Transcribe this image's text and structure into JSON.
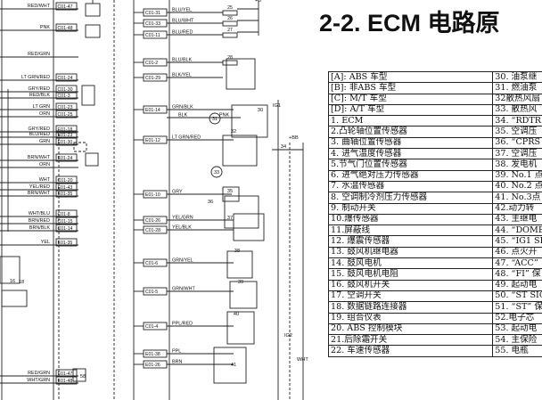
{
  "title": "2-2. ECM 电路原",
  "wires_left": [
    "RED/WHT",
    "PNK",
    "RED/GRN",
    "LT GRN/RED",
    "GRY/RED",
    "RED/BLK",
    "LT GRN",
    "ORN",
    "GRY/RED",
    "BLU/RED",
    "GRN",
    "BRN/WHT",
    "ORN",
    "WHT",
    "YEL/RED",
    "BRN/WHT",
    "WHT/BLU",
    "BRN/RED",
    "BRN/BLK",
    "YEL",
    "RED/GRN",
    "WHT/GRN"
  ],
  "pins_left": [
    "C01-47",
    "C01-48",
    "C01-24",
    "C01-30",
    "C01-3",
    "C01-23",
    "C01-25",
    "E01-18",
    "E01-23",
    "E01-30",
    "E01-24",
    "C01-20",
    "E01-43",
    "E01-35",
    "C01-8",
    "C01-15",
    "C01-14",
    "E01-35",
    "E01-47",
    "E01-48"
  ],
  "pins_mid": [
    "C01-31",
    "C01-33",
    "C01-11",
    "C01-2",
    "C01-29",
    "E01-14",
    "E01-12",
    "E01-10",
    "C01-26",
    "C01-28",
    "C01-6",
    "C01-5",
    "C01-4",
    "E01-38",
    "E01-26"
  ],
  "wires_mid": [
    "BLU/YEL",
    "BLU/WHT",
    "BLU/RED",
    "BLU/BLK",
    "BLK/YEL",
    "GRN/BLK",
    "BLK",
    "PNK",
    "LT GRN/RED",
    "GRY",
    "YEL/GRN",
    "YEL/BLK",
    "GRN/YEL",
    "GRN/WHT",
    "PPL/RED",
    "PPL",
    "BRN"
  ],
  "fuse_labels": [
    "25",
    "26",
    "27",
    "28",
    "29"
  ],
  "component_nums": [
    "16",
    "18",
    "30",
    "31",
    "32",
    "33",
    "34",
    "35",
    "36",
    "37",
    "38",
    "39",
    "40",
    "41",
    "42",
    "58"
  ],
  "right_wires": [
    "IG1",
    "IG2",
    "WHT",
    "+BB",
    "+B"
  ],
  "legend": {
    "col1": [
      "[A]: ABS 车型",
      "[B]: 非ABS 车型",
      "[C]: M/T 车型",
      "[D]: A/T 车型",
      "1. ECM",
      "2.凸轮轴位置传感器",
      "3. 曲轴位置传感器",
      "4. 进气温度传感器",
      "5.节气门位置传感器",
      "6. 进气绝对压力传感器",
      "7. 水温传感器",
      "8. 空调制冷剂压力传感器",
      "9. 制动开关",
      "10.爆传感器",
      "11.屏蔽线",
      "12. 爆震传感器",
      "13. 鼓风机继电器",
      "14. 鼓风电机",
      "15. 鼓风电机电阻",
      "16. 鼓风机开关",
      "17. 空调开关",
      "18. 数据链路连接器",
      "19. 组合仪表",
      "20. ABS 控制模块",
      "21.后除霜开关",
      "22. 车速传感器"
    ],
    "col2": [
      "30. 油泵继",
      "31. 燃油泵",
      "32散热风扇",
      "33. 散热风",
      "34. “RDTR",
      "35. 空调压",
      "36. “CPRS",
      "37. 空调压",
      "38. 发电机",
      "39. No.1 点",
      "40. No.2 点",
      "41. No.3点",
      "42.动力转",
      "43. 主继电",
      "44. “DOME",
      "45. “IG1 SI",
      "46. 点火开",
      "47. “ACC”",
      "48. “FI” 保",
      "49. 起动电",
      "50. “ST SIG",
      "51. “ST” 保",
      "52.电子芯",
      "53. 起动电",
      "54. 主保险",
      "55. 电瓶"
    ]
  }
}
